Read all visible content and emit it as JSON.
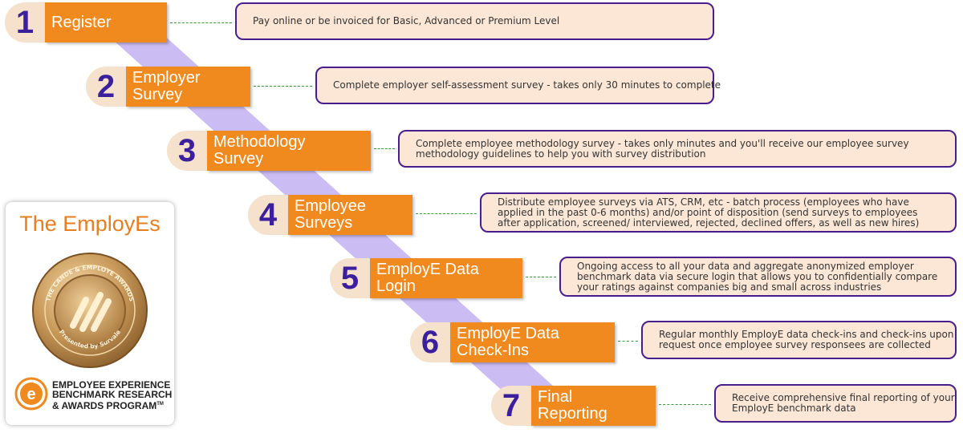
{
  "steps": [
    {
      "number": "1",
      "label_lines": [
        "Register"
      ],
      "description_lines": [
        "Pay online or be invoiced for Basic, Advanced or Premium Level"
      ]
    },
    {
      "number": "2",
      "label_lines": [
        "Employer",
        "Survey"
      ],
      "description_lines": [
        "Complete employer self-assessment survey - takes only 30 minutes to complete"
      ]
    },
    {
      "number": "3",
      "label_lines": [
        "Methodology",
        "Survey"
      ],
      "description_lines": [
        "Complete employee methodology survey - takes only minutes and you'll receive our employee survey",
        "methodology guidelines to help you with survey distribution"
      ]
    },
    {
      "number": "4",
      "label_lines": [
        "Employee",
        "Surveys"
      ],
      "description_lines": [
        "Distribute employee surveys via ATS, CRM, etc - batch process (employees who have",
        "applied in the past 0-6 months) and/or point of disposition (send surveys to employees",
        "after application, screened/ interviewed, rejected, declined offers, as well as new hires)"
      ]
    },
    {
      "number": "5",
      "label_lines": [
        "EmployE Data",
        "Login"
      ],
      "description_lines": [
        "Ongoing access to all your data and aggregate anonymized employer",
        "benchmark data via secure login that allows you to confidentially compare",
        "your ratings against companies big and small across industries"
      ]
    },
    {
      "number": "6",
      "label_lines": [
        "EmployE Data",
        "Check-Ins"
      ],
      "description_lines": [
        "Regular monthly EmployE data check-ins and check-ins upon",
        "request once employee survey responsees are collected"
      ]
    },
    {
      "number": "7",
      "label_lines": [
        "Final",
        "Reporting"
      ],
      "description_lines": [
        "Receive comprehensive final reporting of your",
        "EmployE benchmark data"
      ]
    }
  ],
  "award": {
    "title": "The EmployEs",
    "medal_ring_top": "THE CANDE & EMPLOYE AWARDS",
    "medal_ring_bottom": "Presented by Survale",
    "program_lines": [
      "EMPLOYEE EXPERIENCE",
      "BENCHMARK RESEARCH",
      "& AWARDS PROGRAM"
    ],
    "program_mark": "TM",
    "logo_letter": "e"
  },
  "colors": {
    "step_orange": "#f08a1e",
    "number_purple": "#3b1f9c",
    "description_border": "#4a1d8c",
    "description_fill": "#fce7d6",
    "connector_green": "#3a9a3a",
    "band_lavender": "#cbbcf3",
    "title_orange": "#e67e22"
  }
}
